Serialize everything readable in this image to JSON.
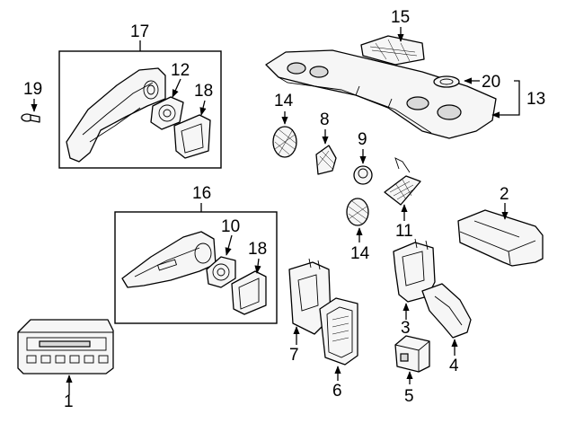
{
  "callouts": {
    "c1": "1",
    "c2": "2",
    "c3": "3",
    "c4": "4",
    "c5": "5",
    "c6": "6",
    "c7": "7",
    "c8": "8",
    "c9": "9",
    "c10": "10",
    "c11": "11",
    "c12": "12",
    "c13": "13",
    "c14a": "14",
    "c14b": "14",
    "c15": "15",
    "c16": "16",
    "c17": "17",
    "c18a": "18",
    "c18b": "18",
    "c19": "19",
    "c20": "20"
  }
}
